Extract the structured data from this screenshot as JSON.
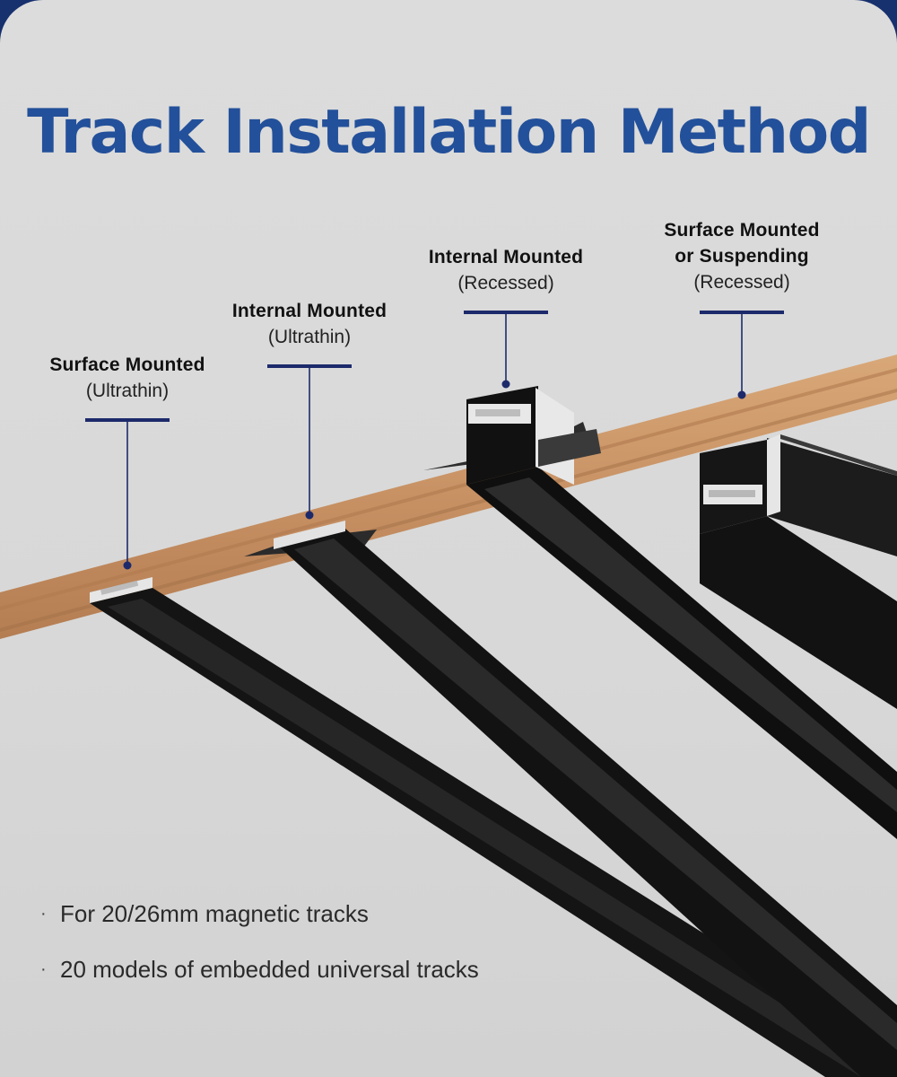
{
  "title": "Track Installation Method",
  "labels": [
    {
      "name": "Surface Mounted",
      "sub": "(Ultrathin)"
    },
    {
      "name": "Internal Mounted",
      "sub": "(Ultrathin)"
    },
    {
      "name": "Internal Mounted",
      "sub": "(Recessed)"
    },
    {
      "name_line1": "Surface Mounted",
      "name_line2": "or Suspending",
      "sub": "(Recessed)"
    }
  ],
  "bullets": [
    "For 20/26mm magnetic tracks",
    "20 models of embedded universal tracks"
  ],
  "colors": {
    "background": "#dcdcdc",
    "title": "#23509a",
    "leader_line": "#1c2a6b",
    "wood": "#c79566",
    "track": "#151515",
    "frame": "#17306e"
  }
}
